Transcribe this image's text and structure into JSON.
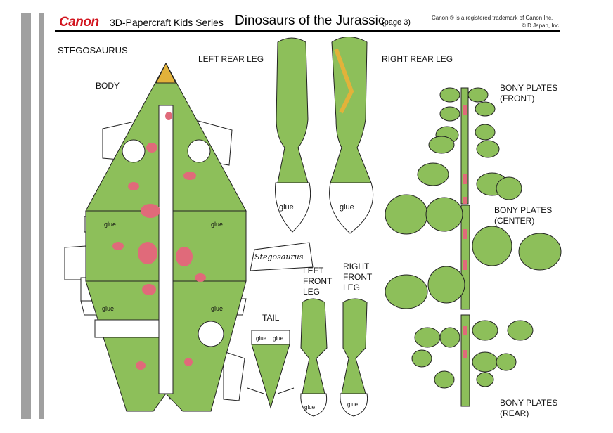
{
  "header": {
    "brand": "Canon",
    "series": "3D-Papercraft  Kids Series",
    "title": "Dinosaurs of the Jurassic",
    "page": "(page 3)",
    "trademark": "Canon ® is a registered trademark of Canon Inc.",
    "copyright": "© D.Japan, Inc."
  },
  "labels": {
    "dinosaur": "STEGOSAURUS",
    "body": "BODY",
    "left_rear_leg": "LEFT REAR LEG",
    "right_rear_leg": "RIGHT REAR LEG",
    "plates_front_1": "BONY PLATES",
    "plates_front_2": "(FRONT)",
    "plates_center_1": "BONY PLATES",
    "plates_center_2": "(CENTER)",
    "plates_rear_1": "BONY PLATES",
    "plates_rear_2": "(REAR)",
    "left_front_1": "LEFT",
    "left_front_2": "FRONT",
    "left_front_3": "LEG",
    "right_front_1": "RIGHT",
    "right_front_2": "FRONT",
    "right_front_3": "LEG",
    "tail": "TAIL"
  },
  "tabs": {
    "glue": "glue",
    "name_tag": "Stegosaurus"
  },
  "colors": {
    "brand": "#d2141e",
    "green": "#8dbf5a",
    "dark_green": "#4f7d2c",
    "pink": "#e06a7a",
    "yellow": "#e2b23a"
  }
}
